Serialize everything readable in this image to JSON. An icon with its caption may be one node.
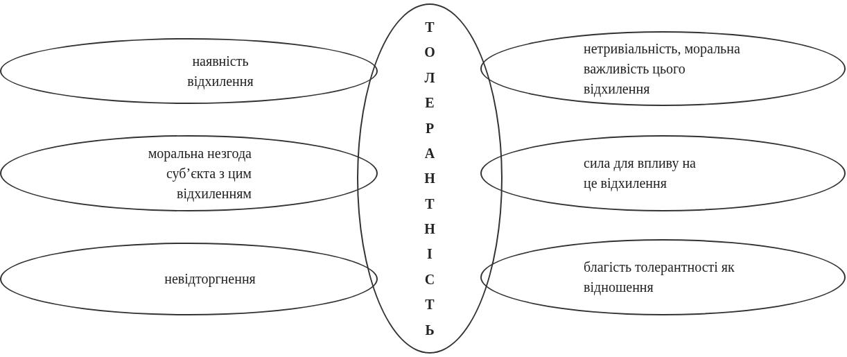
{
  "diagram": {
    "nodes": [
      {
        "text": [
          "наявність відхилення"
        ]
      },
      {
        "text": [
          "ТОЛЕРАНТНІСТЬ"
        ]
      },
      {
        "text": [
          "нетривіальність, моральна важливість цього відхилення"
        ]
      },
      {
        "text": [
          "моральна незгода суб’єкта з цим відхиленням"
        ]
      },
      {
        "text": [
          "сила для впливу на це відхилення"
        ]
      },
      {
        "text": [
          "невідторгнення"
        ]
      },
      {
        "text": [
          "благість толерантності як відношення"
        ]
      }
    ]
  }
}
